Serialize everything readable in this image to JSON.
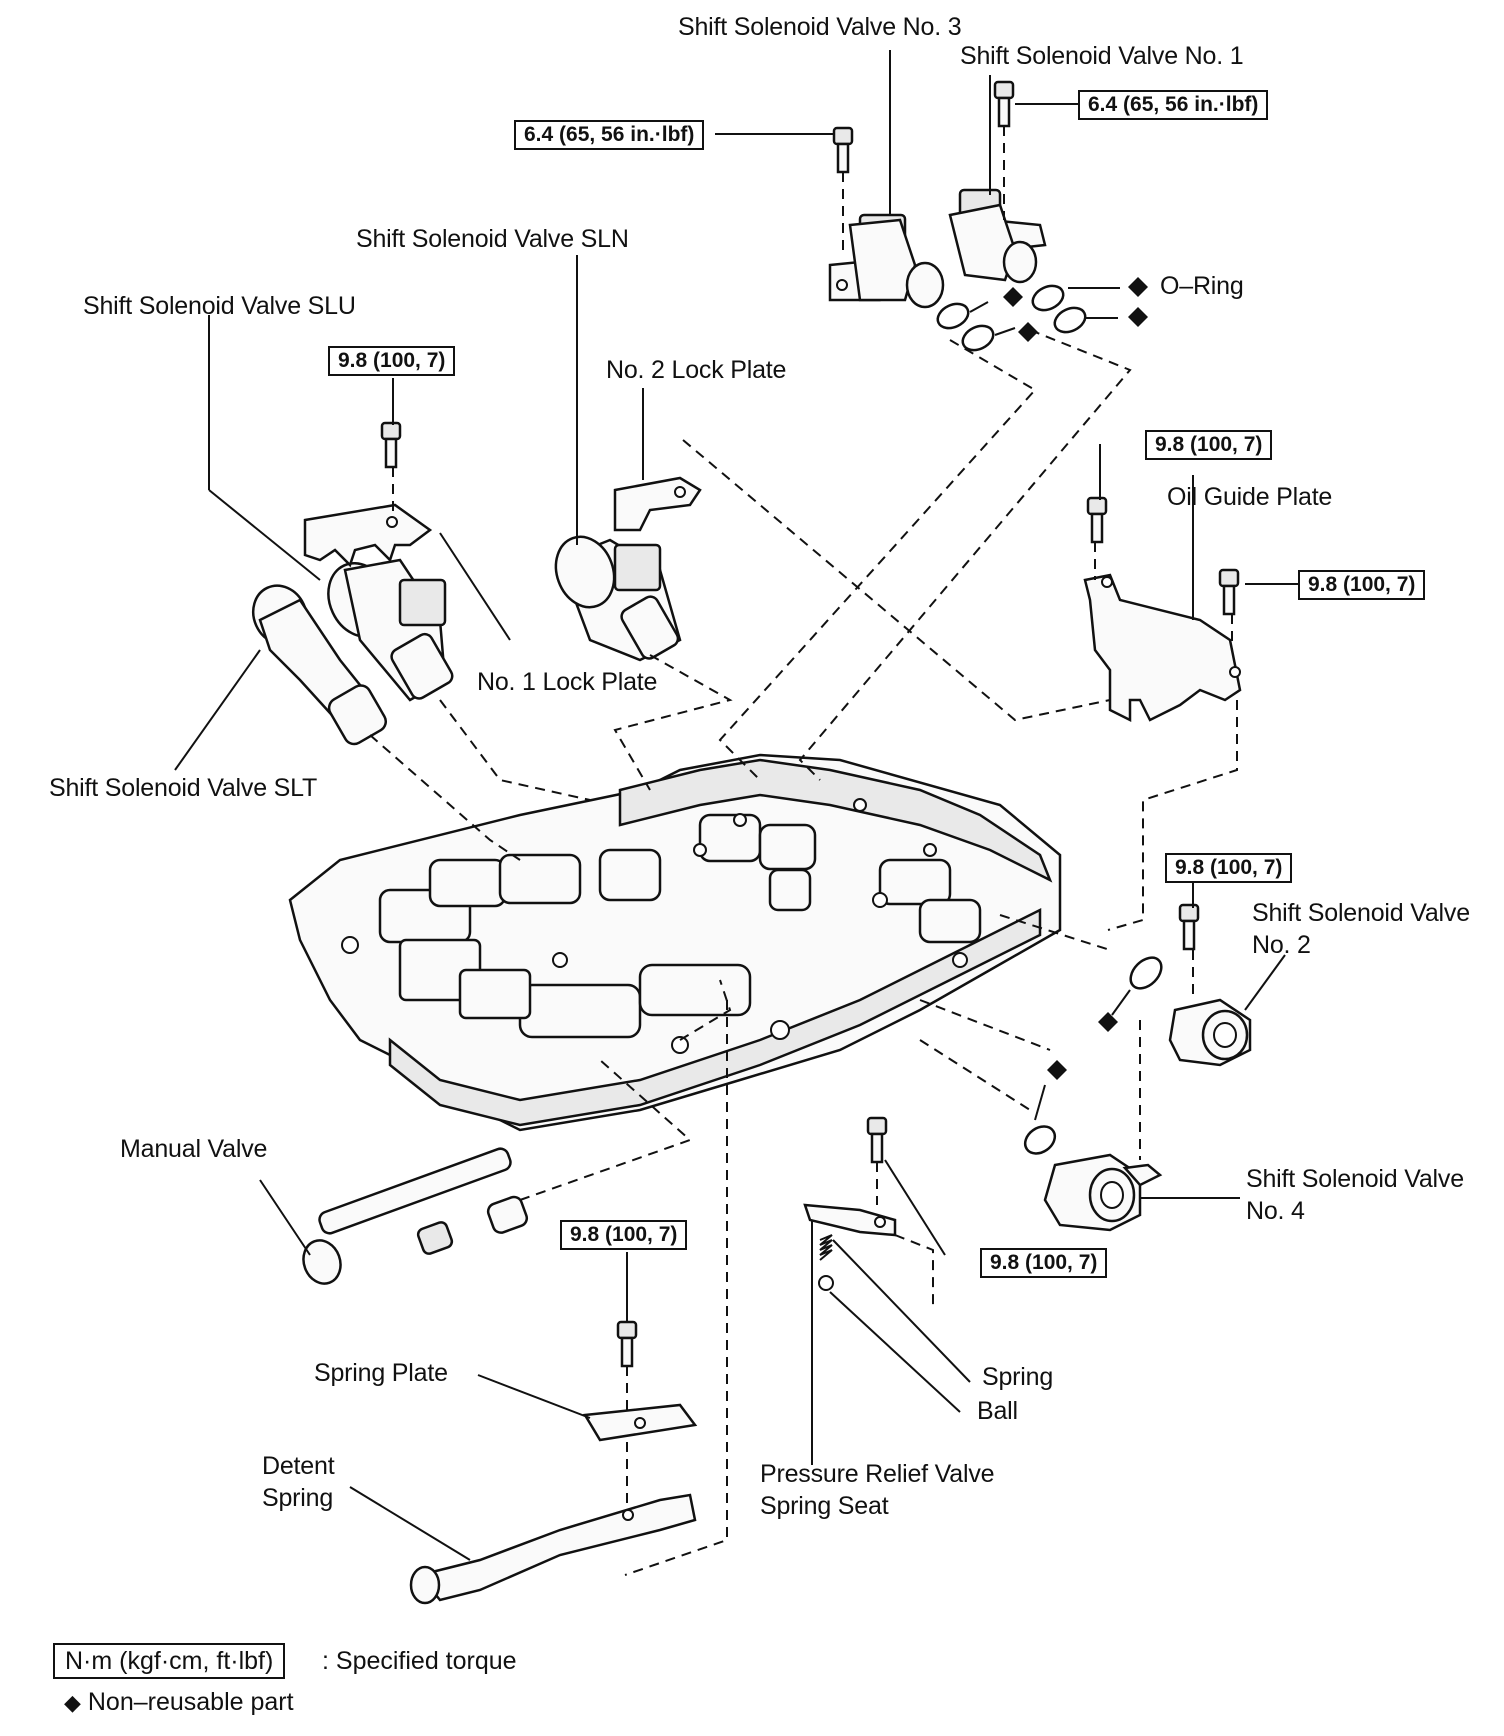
{
  "labels": {
    "ssv3": "Shift Solenoid Valve No. 3",
    "ssv1": "Shift Solenoid Valve No. 1",
    "sln": "Shift Solenoid Valve SLN",
    "slu": "Shift Solenoid Valve SLU",
    "oring": "O–Ring",
    "lock2": "No. 2 Lock Plate",
    "oilguide": "Oil Guide Plate",
    "lock1": "No. 1 Lock Plate",
    "slt": "Shift Solenoid Valve SLT",
    "ssv2": "Shift Solenoid Valve No. 2",
    "manual": "Manual Valve",
    "ssv4": "Shift Solenoid Valve No. 4",
    "springplate": "Spring Plate",
    "spring": "Spring",
    "ball": "Ball",
    "detent": "Detent Spring",
    "relief": "Pressure Relief Valve Spring Seat"
  },
  "torques": {
    "t1": "6.4 (65, 56 in.·lbf)",
    "t2": "6.4 (65, 56 in.·lbf)",
    "t3": "9.8 (100, 7)",
    "t4": "9.8 (100, 7)",
    "t5": "9.8 (100, 7)",
    "t6": "9.8 (100, 7)",
    "t7": "9.8 (100, 7)",
    "t8": "9.8 (100, 7)"
  },
  "legend": {
    "unit_box": "N·m (kgf·cm, ft·lbf)",
    "unit_text": ": Specified torque",
    "nonreusable": "Non–reusable part"
  },
  "icons": {
    "nonreusable_mark": "black-diamond",
    "bolt": "bolt-icon"
  }
}
